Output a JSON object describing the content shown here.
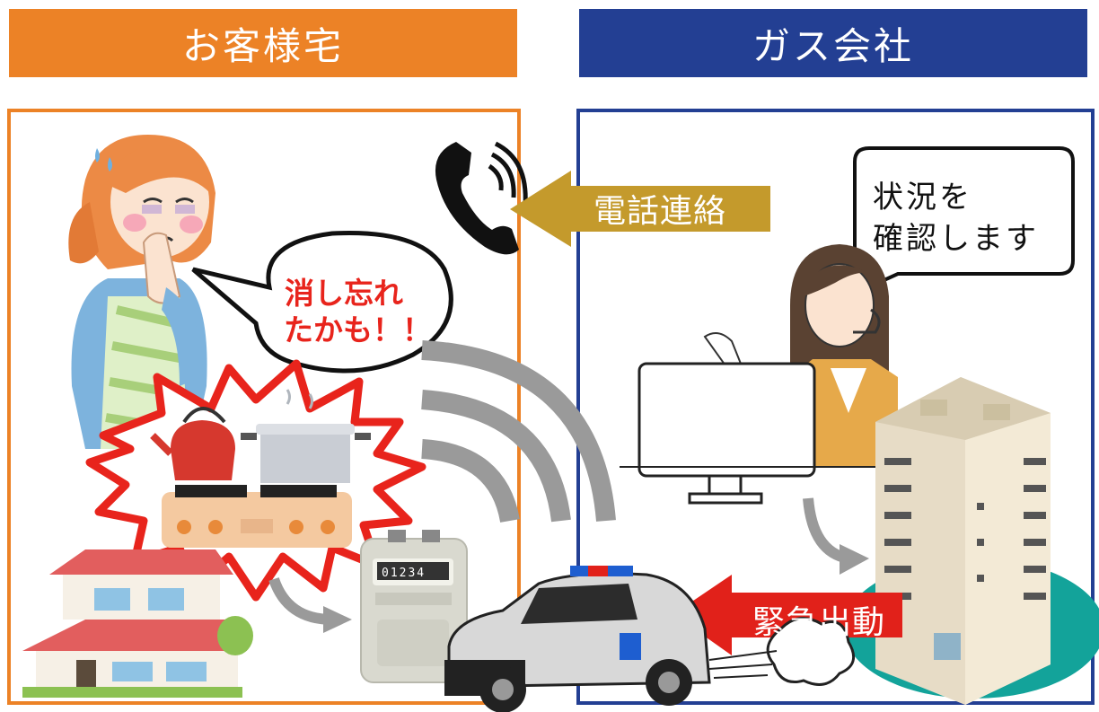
{
  "header": {
    "customer_home": "お客様宅",
    "gas_company": "ガス会社"
  },
  "messages": {
    "phone_contact": "電話連絡",
    "forgot_line1": "消し忘れ",
    "forgot_line2": "たかも！！",
    "check_line1": "状況を",
    "check_line2": "確認します",
    "emergency_dispatch": "緊急出動"
  },
  "meter": {
    "reading": "01234"
  },
  "colors": {
    "customer_orange": "#ec8226",
    "company_navy": "#233f93",
    "phone_arrow_gold": "#c49a2c",
    "dispatch_arrow_red": "#e1211a",
    "alert_red": "#e8241c",
    "signal_gray": "#9a9a9a",
    "ground_teal": "#13a39a"
  }
}
